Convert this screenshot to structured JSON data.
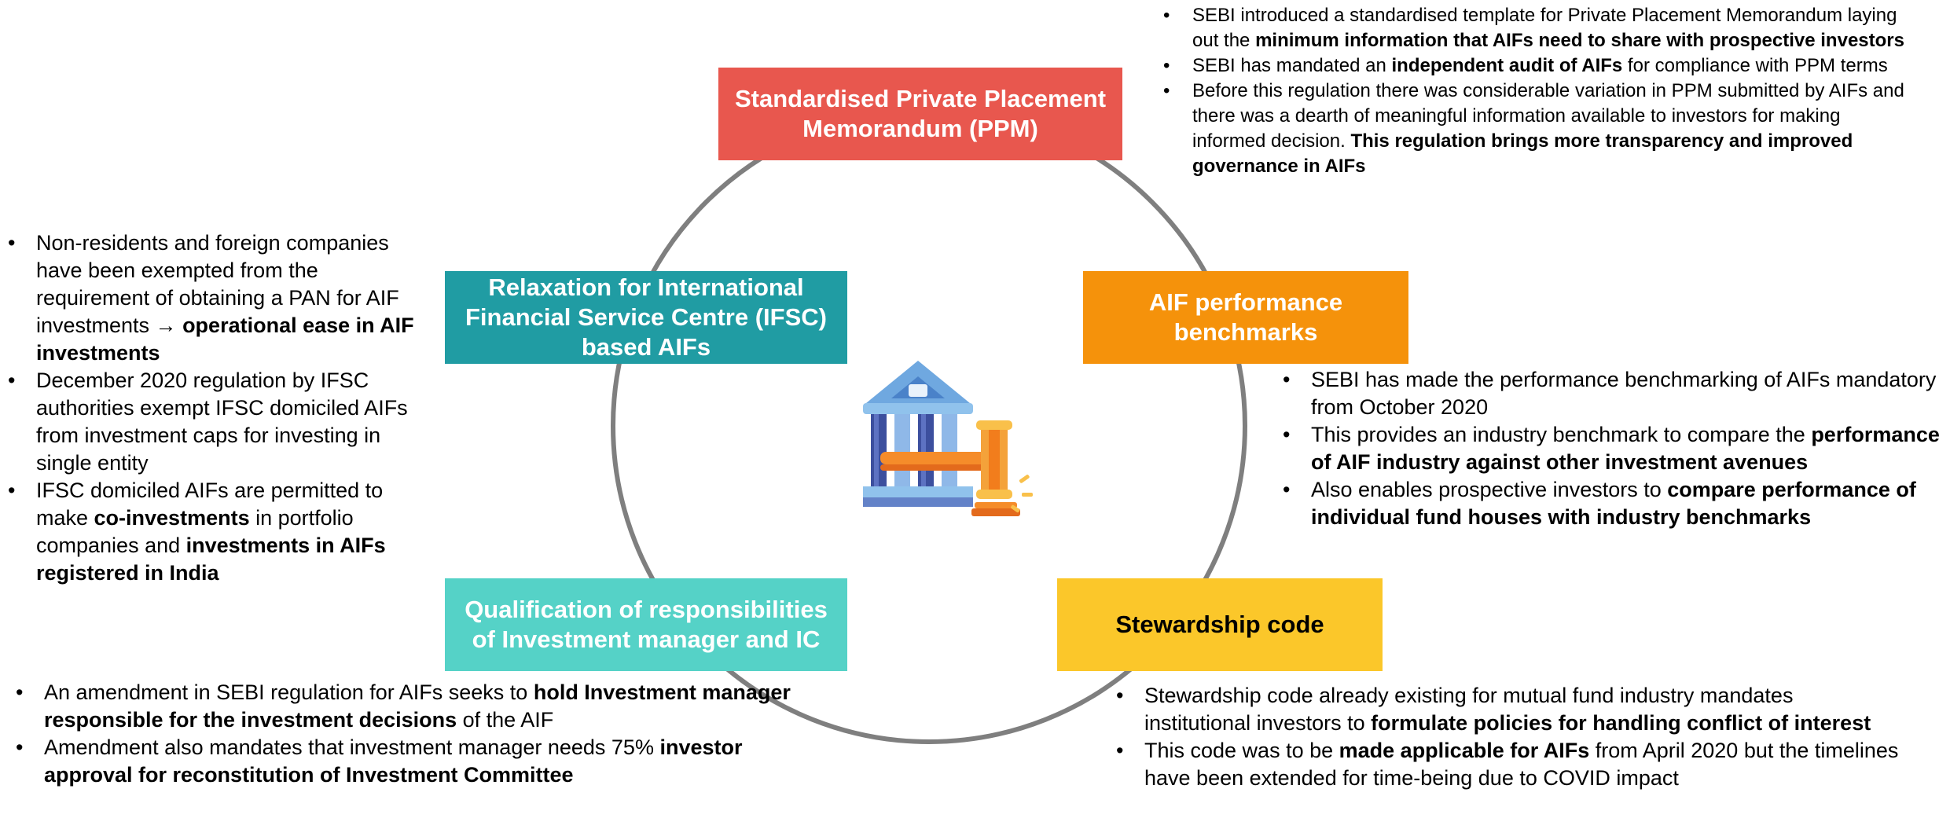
{
  "colors": {
    "ppm": "#e8574e",
    "ifsc": "#209ca3",
    "performance": "#f5920b",
    "qualification": "#55d2c7",
    "stewardship": "#fbc72a",
    "ring": "#7f7f7f"
  },
  "center_icon": "court-building-gavel-icon",
  "ppm": {
    "title": "Standardised Private Placement Memorandum (PPM)",
    "bullets": [
      [
        {
          "t": "SEBI introduced a standardised template for Private Placement Memorandum laying out the ",
          "b": false
        },
        {
          "t": "minimum information that AIFs need to share with prospective investors",
          "b": true
        }
      ],
      [
        {
          "t": "SEBI has mandated an ",
          "b": false
        },
        {
          "t": "independent audit of AIFs",
          "b": true
        },
        {
          "t": " for compliance with PPM terms",
          "b": false
        }
      ],
      [
        {
          "t": "Before this regulation there was considerable variation in PPM submitted by AIFs and there was a dearth of meaningful information available to investors for making informed decision. ",
          "b": false
        },
        {
          "t": "This regulation brings more transparency and improved governance in AIFs",
          "b": true
        }
      ]
    ]
  },
  "ifsc": {
    "title": "Relaxation for International Financial Service Centre (IFSC) based AIFs",
    "bullets": [
      [
        {
          "t": "Non-residents and foreign companies have been exempted from the requirement of obtaining a PAN for AIF investments → ",
          "b": false
        },
        {
          "t": "operational ease in AIF investments",
          "b": true
        }
      ],
      [
        {
          "t": "December 2020 regulation by IFSC authorities exempt IFSC domiciled AIFs from investment caps for investing in single entity",
          "b": false
        }
      ],
      [
        {
          "t": "IFSC domiciled AIFs are permitted to make ",
          "b": false
        },
        {
          "t": "co-investments",
          "b": true
        },
        {
          "t": " in portfolio companies and ",
          "b": false
        },
        {
          "t": "investments in AIFs registered in India",
          "b": true
        }
      ]
    ]
  },
  "performance": {
    "title": "AIF performance benchmarks",
    "bullets": [
      [
        {
          "t": "SEBI has made the performance benchmarking of AIFs mandatory from October 2020",
          "b": false
        }
      ],
      [
        {
          "t": "This provides an industry benchmark to compare the ",
          "b": false
        },
        {
          "t": "performance of AIF industry against other investment avenues",
          "b": true
        }
      ],
      [
        {
          "t": "Also enables prospective investors to ",
          "b": false
        },
        {
          "t": "compare performance of individual fund houses with industry benchmarks",
          "b": true
        }
      ]
    ]
  },
  "qualification": {
    "title": "Qualification of responsibilities of Investment manager and IC",
    "bullets": [
      [
        {
          "t": "An amendment in SEBI regulation for AIFs seeks to ",
          "b": false
        },
        {
          "t": "hold Investment manager responsible for the investment decisions",
          "b": true
        },
        {
          "t": " of the AIF",
          "b": false
        }
      ],
      [
        {
          "t": "Amendment also mandates that investment manager needs 75% ",
          "b": false
        },
        {
          "t": "investor approval for reconstitution of Investment Committee",
          "b": true
        }
      ]
    ]
  },
  "stewardship": {
    "title": "Stewardship code",
    "bullets": [
      [
        {
          "t": "Stewardship code already existing for mutual fund industry mandates institutional investors to ",
          "b": false
        },
        {
          "t": "formulate policies for handling conflict of interest",
          "b": true
        }
      ],
      [
        {
          "t": "This code was to be ",
          "b": false
        },
        {
          "t": "made applicable for AIFs",
          "b": true
        },
        {
          "t": " from April 2020 but the timelines have been extended for time-being due to COVID impact",
          "b": false
        }
      ]
    ]
  }
}
